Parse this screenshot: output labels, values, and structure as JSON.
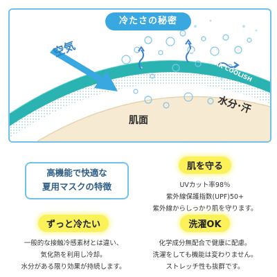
{
  "diagram": {
    "title": "冷たさの秘密",
    "air_label": "空気",
    "fabric_label": "FOOTMARK COOLISH",
    "moisture_label": "水分･汗",
    "skin_label": "肌面"
  },
  "intro": {
    "line1": "高機能で快適な",
    "line2": "夏用マスクの特徴"
  },
  "features": {
    "skin": {
      "heading": "肌を守る",
      "lines": [
        "UVカット率98％",
        "紫外線保護指数(UPF)50+",
        "紫外線からしっかり肌を守ります。"
      ]
    },
    "cool": {
      "heading": "ずっと冷たい",
      "lines": [
        "一般的な接触冷感素材とは違い、",
        "気化熱を利用し冷却。",
        "水分がある限り効果が持続します。"
      ]
    },
    "wash": {
      "heading": "洗濯OK",
      "lines": [
        "化学成分無配合で健康に配慮。",
        "洗濯をしても機能は変わりません。",
        "ストレッチ性も抜群です。"
      ]
    }
  },
  "colors": {
    "accent_blue": "#3aa8e0",
    "fabric_teal": "#2bb3b1",
    "highlight_yellow": "#fbf25a",
    "skin_beige": "#f6ead2"
  }
}
